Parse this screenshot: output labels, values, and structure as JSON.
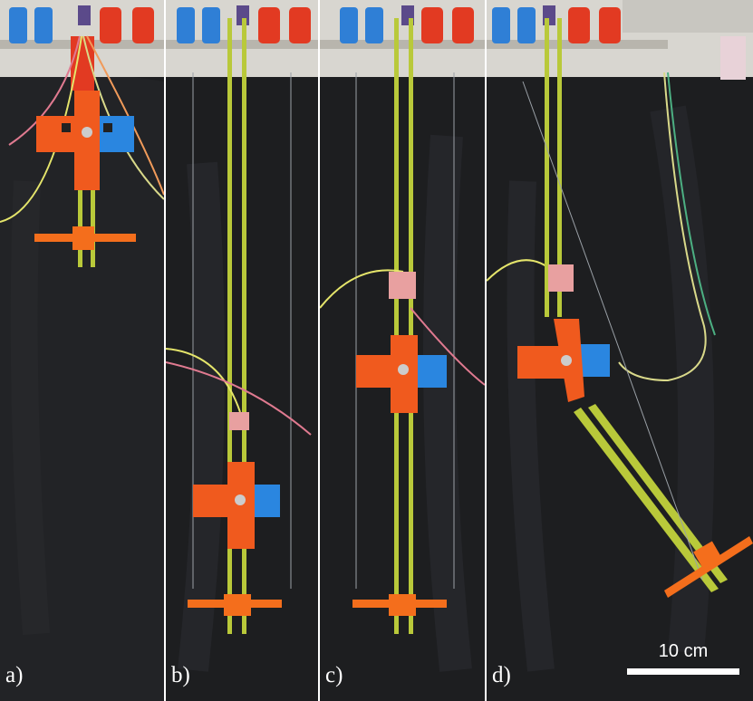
{
  "figure": {
    "panels": [
      {
        "label": "a)"
      },
      {
        "label": "b)"
      },
      {
        "label": "c)"
      },
      {
        "label": "d)"
      }
    ],
    "scale_bar": {
      "text": "10 cm"
    }
  },
  "colors": {
    "backdrop": "#1d1e20",
    "rail": "#c9c6bd",
    "motor_blue": "#2f7fd6",
    "motor_red": "#e23a22",
    "strip_yellow_green": "#b9c93a",
    "module_orange": "#f05a1e",
    "module_blue": "#2a86e0",
    "bracket_orange": "#f46e1c"
  }
}
